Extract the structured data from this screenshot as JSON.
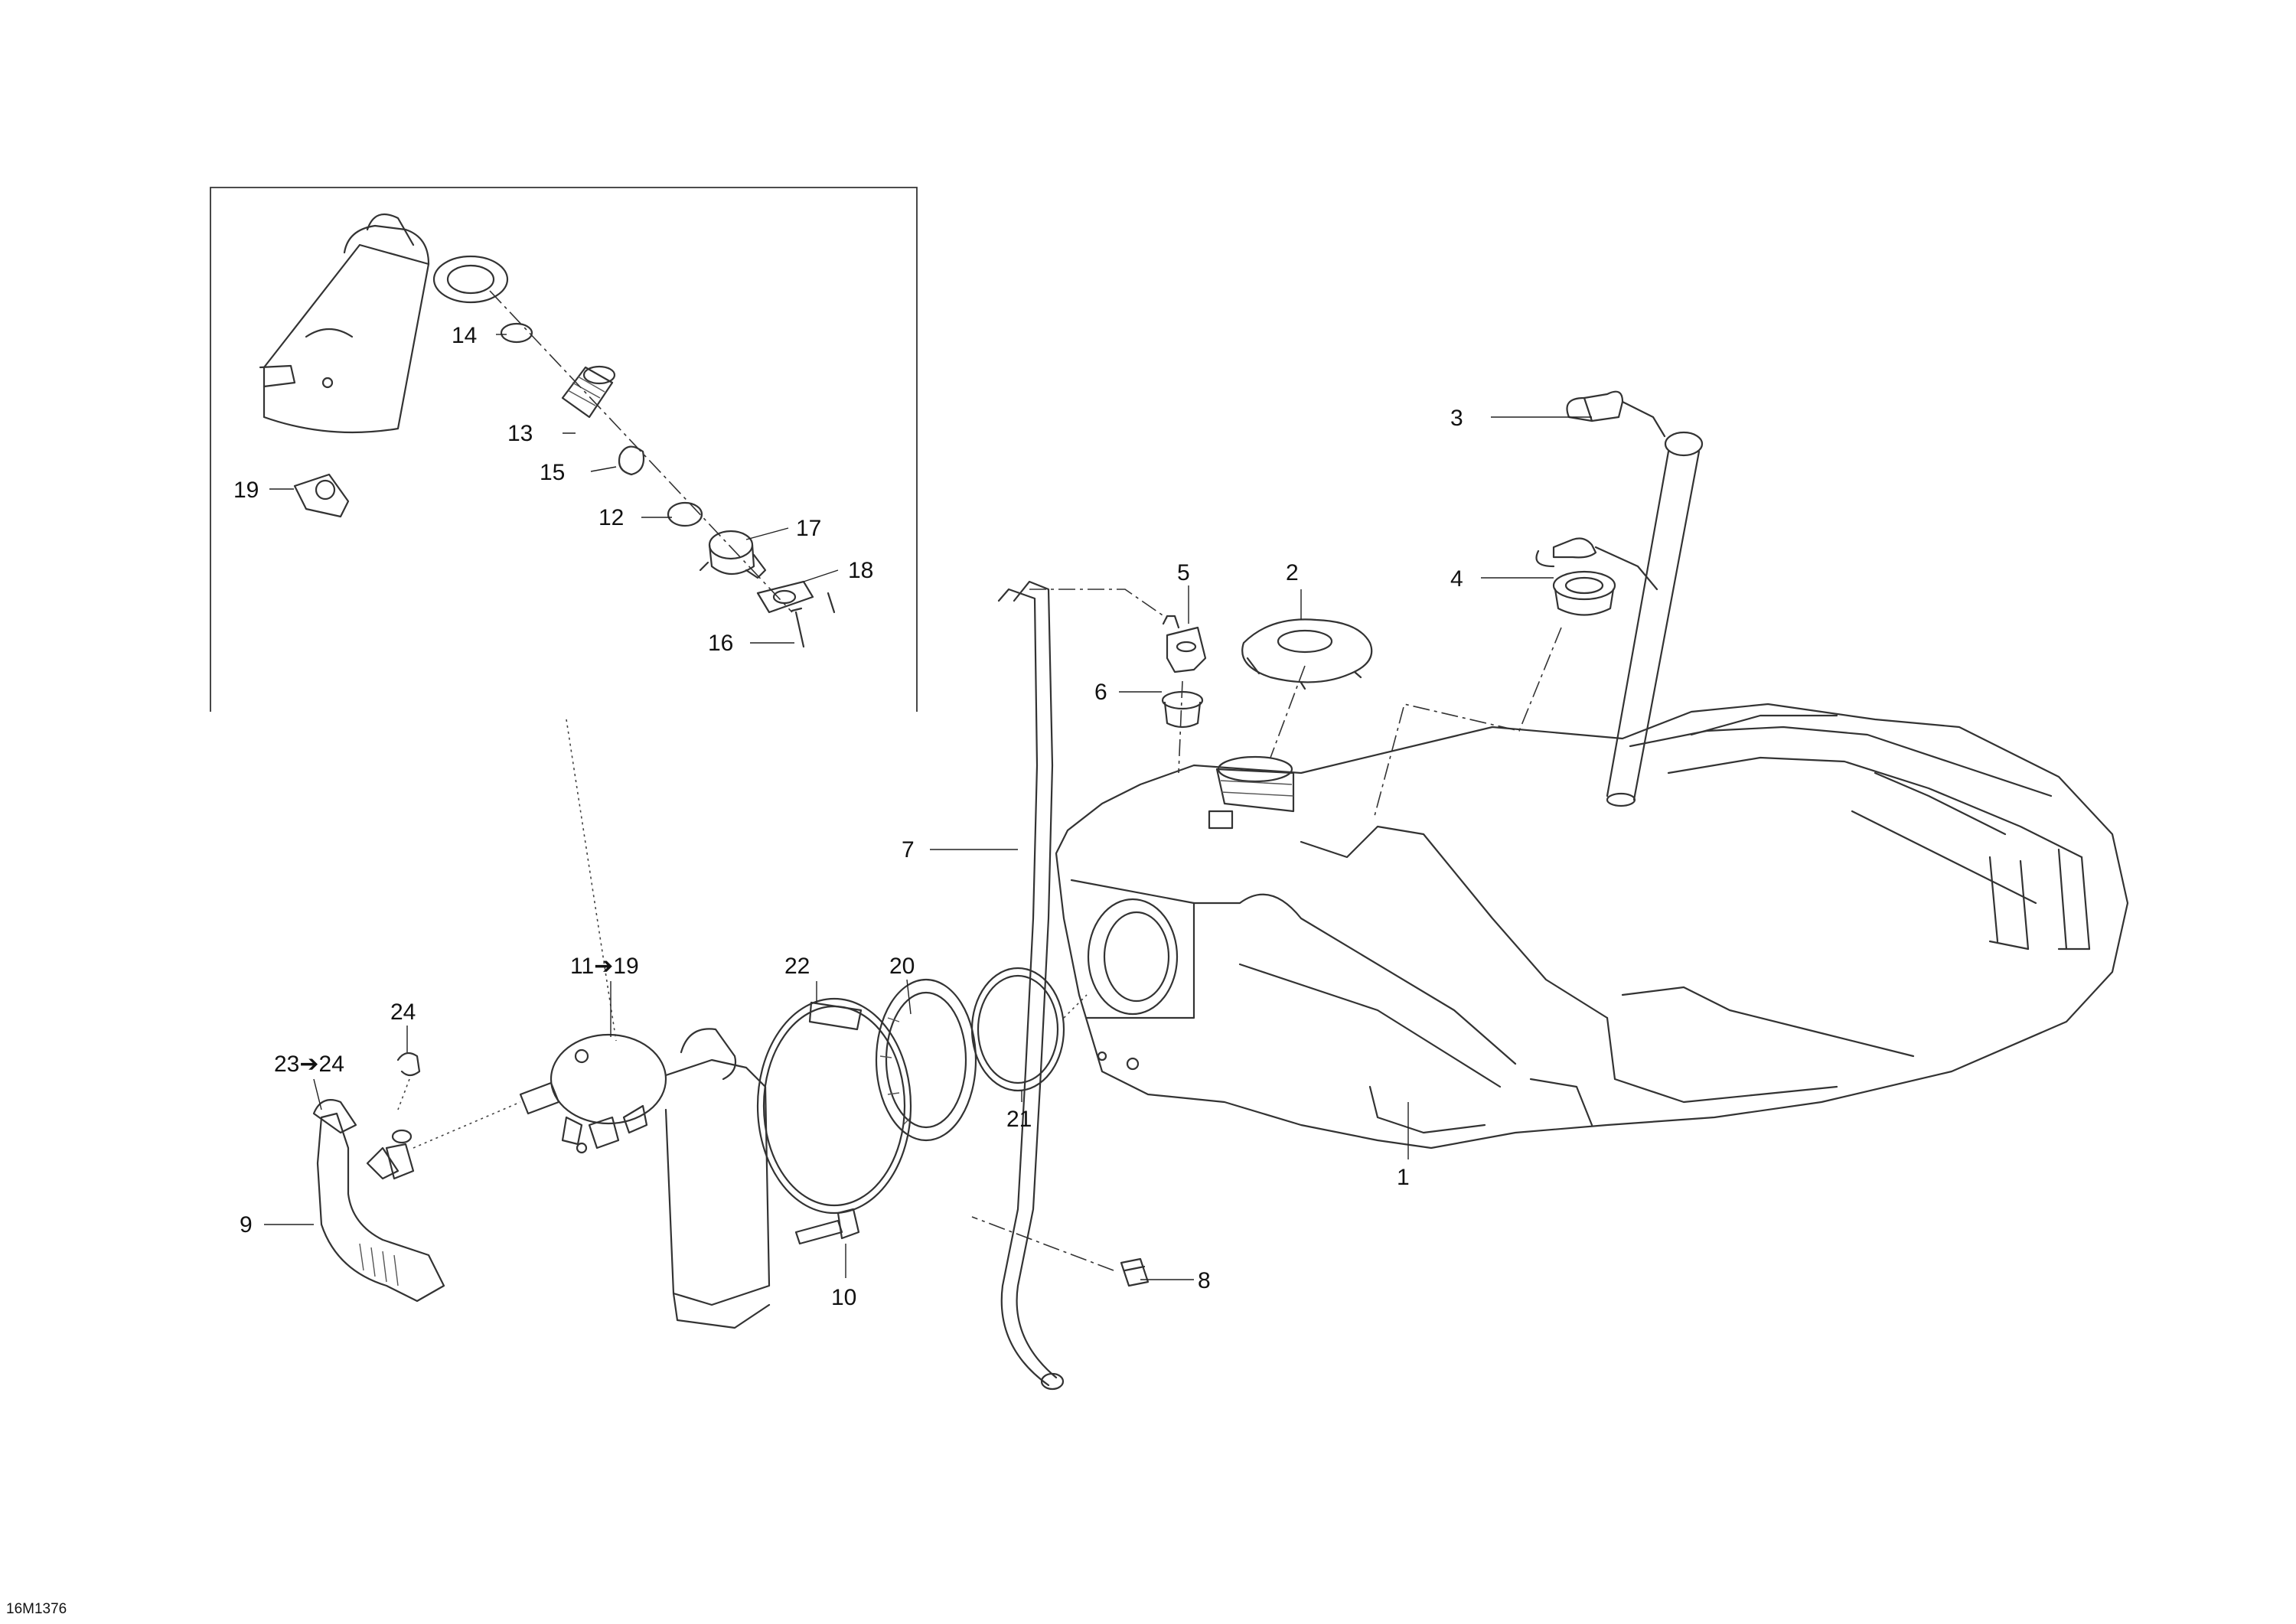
{
  "diagram_code": "16M1376",
  "callouts": [
    {
      "id": "c1",
      "label": "1"
    },
    {
      "id": "c2",
      "label": "2"
    },
    {
      "id": "c3",
      "label": "3"
    },
    {
      "id": "c4",
      "label": "4"
    },
    {
      "id": "c5",
      "label": "5"
    },
    {
      "id": "c6",
      "label": "6"
    },
    {
      "id": "c7",
      "label": "7"
    },
    {
      "id": "c8",
      "label": "8"
    },
    {
      "id": "c9",
      "label": "9"
    },
    {
      "id": "c10",
      "label": "10"
    },
    {
      "id": "c11",
      "label": "11➔19"
    },
    {
      "id": "c12",
      "label": "12"
    },
    {
      "id": "c13",
      "label": "13"
    },
    {
      "id": "c14",
      "label": "14"
    },
    {
      "id": "c15",
      "label": "15"
    },
    {
      "id": "c16",
      "label": "16"
    },
    {
      "id": "c17",
      "label": "17"
    },
    {
      "id": "c18",
      "label": "18"
    },
    {
      "id": "c19",
      "label": "19"
    },
    {
      "id": "c20",
      "label": "20"
    },
    {
      "id": "c21",
      "label": "21"
    },
    {
      "id": "c22",
      "label": "22"
    },
    {
      "id": "c23",
      "label": "23➔24"
    },
    {
      "id": "c24",
      "label": "24"
    }
  ]
}
